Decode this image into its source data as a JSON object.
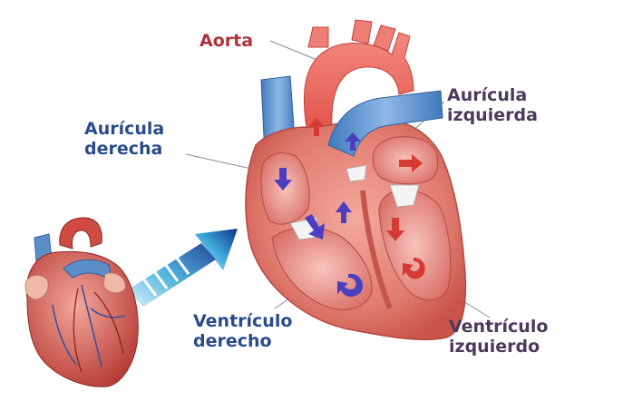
{
  "labels": {
    "aorta": "Aorta",
    "auricula_izquierda": [
      "Aurícula",
      "izquierda"
    ],
    "auricula_derecha": [
      "Aurícula",
      "derecha"
    ],
    "ventriculo_derecho": [
      "Ventrículo",
      "derecho"
    ],
    "ventriculo_izquierdo": [
      "Ventrículo",
      "izquierdo"
    ]
  },
  "colors": {
    "label_red": "#b0323a",
    "label_blue": "#2b4c8a",
    "label_dark": "#4a3a5c",
    "heart_red": "#d9534f",
    "heart_wall": "#e8847a",
    "vein_blue": "#5b8ec9",
    "flow_arrow": "#4b3fbf"
  }
}
